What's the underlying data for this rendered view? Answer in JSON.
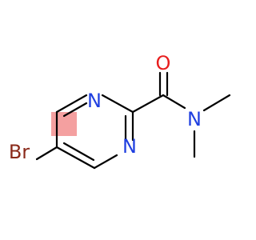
{
  "molecule": {
    "atoms": {
      "n1": {
        "label": "N",
        "color": "#1f3fe0"
      },
      "n2": {
        "label": "N",
        "color": "#1f3fe0"
      },
      "o": {
        "label": "O",
        "color": "#e81d1d"
      },
      "n_amide": {
        "label": "N",
        "color": "#1f3fe0"
      },
      "br": {
        "label": "Br",
        "color": "#8a2a1a"
      }
    },
    "highlight_color": "#f4a0a0",
    "bond_color": "#000000"
  }
}
